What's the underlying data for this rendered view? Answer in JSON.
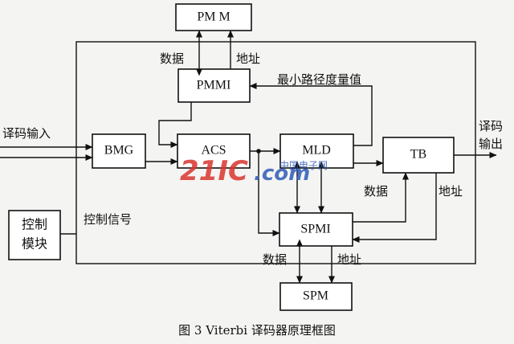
{
  "blocks": {
    "pmm": "PM   M",
    "pmmi": "PMMI",
    "bmg": "BMG",
    "acs": "ACS",
    "mld": "MLD",
    "tb": "TB",
    "spmi": "SPMI",
    "spm": "SPM",
    "ctrl_line1": "控制",
    "ctrl_line2": "模块"
  },
  "labels": {
    "data_top": "数据",
    "addr_top": "地址",
    "min_path": "最小路径度量值",
    "decode_in": "译码输入",
    "decode_out_1": "译码",
    "decode_out_2": "输出",
    "data_tb": "数据",
    "addr_tb": "地址",
    "ctrl_signal": "控制信号",
    "data_spm": "数据",
    "addr_spm": "地址"
  },
  "watermark": {
    "logo_red": "21IC",
    "logo_blue": ".com",
    "site_name": "中国电子网"
  },
  "caption": "图 3  Viterbi 译码器原理框图",
  "colors": {
    "ink": "#111111",
    "paper": "#f4f4f2",
    "watermark_red": "#d9362e",
    "watermark_blue": "#2f5bb7"
  }
}
